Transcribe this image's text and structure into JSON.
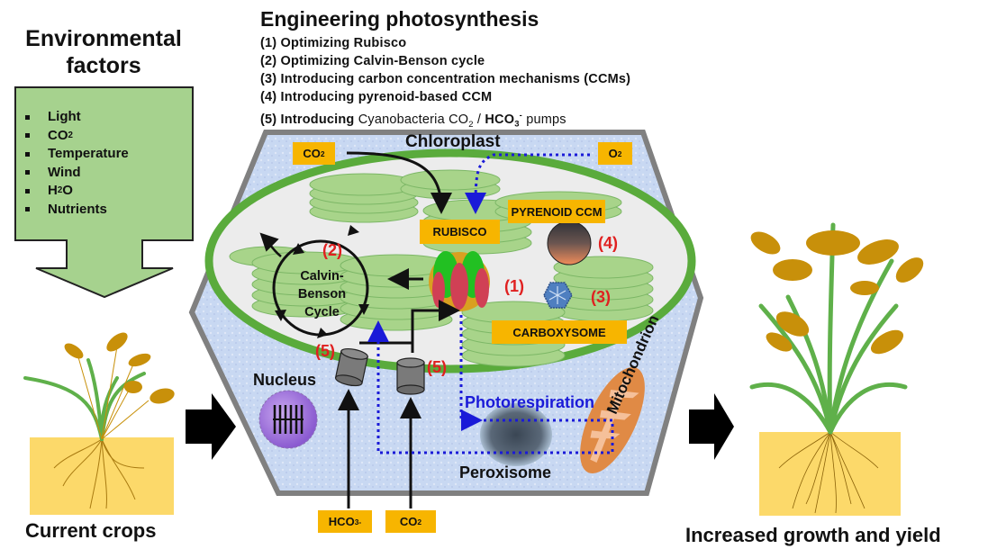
{
  "environmental": {
    "title_line1": "Environmental",
    "title_line2": "factors",
    "items": [
      {
        "label": "Light"
      },
      {
        "label": "CO",
        "sub": "2"
      },
      {
        "label": "Temperature"
      },
      {
        "label": "Wind"
      },
      {
        "label": "H",
        "sub": "2",
        "after": "O"
      },
      {
        "label": "Nutrients"
      }
    ]
  },
  "engineering": {
    "title": "Engineering photosynthesis",
    "items": [
      "(1) Optimizing Rubisco",
      "(2) Optimizing Calvin-Benson cycle",
      "(3) Introducing carbon concentration mechanisms (CCMs)",
      "(4) Introducing pyrenoid-based CCM"
    ],
    "item5": {
      "prefix": "(5) Introducing",
      "plain": "Cyanobacteria",
      "co2": "CO",
      "co2_sub": "2",
      "slash": " / ",
      "hco3": "HCO",
      "hco3_sub": "3",
      "hco3_sup": "-",
      "suffix": "pumps"
    }
  },
  "cell": {
    "chloroplast_label": "Chloroplast",
    "nucleus_label": "Nucleus",
    "peroxisome_label": "Peroxisome",
    "mitochondrion_label": "Mitochondrion",
    "photorespiration_label": "Photorespiration",
    "calvin_line1": "Calvin-",
    "calvin_line2": "Benson",
    "calvin_line3": "Cycle"
  },
  "labels": {
    "co2_top": {
      "text": "CO",
      "sub": "2"
    },
    "o2_top": {
      "text": "O",
      "sub": "2"
    },
    "rubisco": "RUBISCO",
    "pyrenoid": "PYRENOID CCM",
    "carboxysome": "CARBOXYSOME",
    "hco3_bottom": {
      "text": "HCO",
      "sub": "3",
      "sup": "-"
    },
    "co2_bottom": {
      "text": "CO",
      "sub": "2"
    }
  },
  "markers": {
    "m1": "(1)",
    "m2": "(2)",
    "m3": "(3)",
    "m4": "(4)",
    "m5a": "(5)",
    "m5b": "(5)"
  },
  "captions": {
    "current": "Current crops",
    "increased": "Increased growth and yield"
  },
  "colors": {
    "label_yellow": "#f7b500",
    "marker_red": "#e02020",
    "photorespiration_blue": "#1a1ad8",
    "thylakoid_green": "#a8d48a",
    "envelope_green": "#5aab3c",
    "soil_yellow": "#fcd96a",
    "grain_gold": "#c8900a"
  }
}
